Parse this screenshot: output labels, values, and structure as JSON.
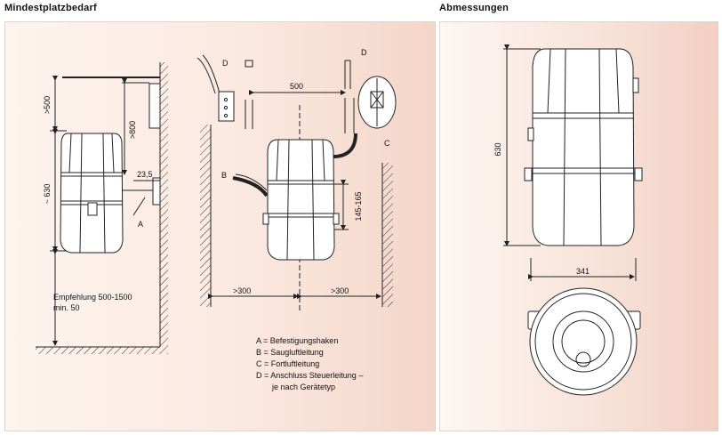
{
  "headings": {
    "left": "Mindestplatzbedarf",
    "right": "Abmessungen"
  },
  "left_view": {
    "dim_top": ">500",
    "dim_side": ">800",
    "dim_body": "~ 630",
    "dim_offset": "23,5",
    "marker_a": "A",
    "recommendation_1": "Empfehlung 500-1500",
    "recommendation_2": "min. 50"
  },
  "center_view": {
    "marker_d_left": "D",
    "marker_d_right": "D",
    "dim_top": "500",
    "marker_b": "B",
    "marker_c": "C",
    "dim_height": "145-165",
    "dim_left": ">300",
    "dim_right": ">300"
  },
  "legend": [
    "A = Befestigungshaken",
    "B = Saugluftleitung",
    "C = Fortluftleitung",
    "D = Anschluss Steuerleitung –",
    "je nach Gerätetyp"
  ],
  "dimensions_view": {
    "height": "630",
    "width": "341"
  }
}
